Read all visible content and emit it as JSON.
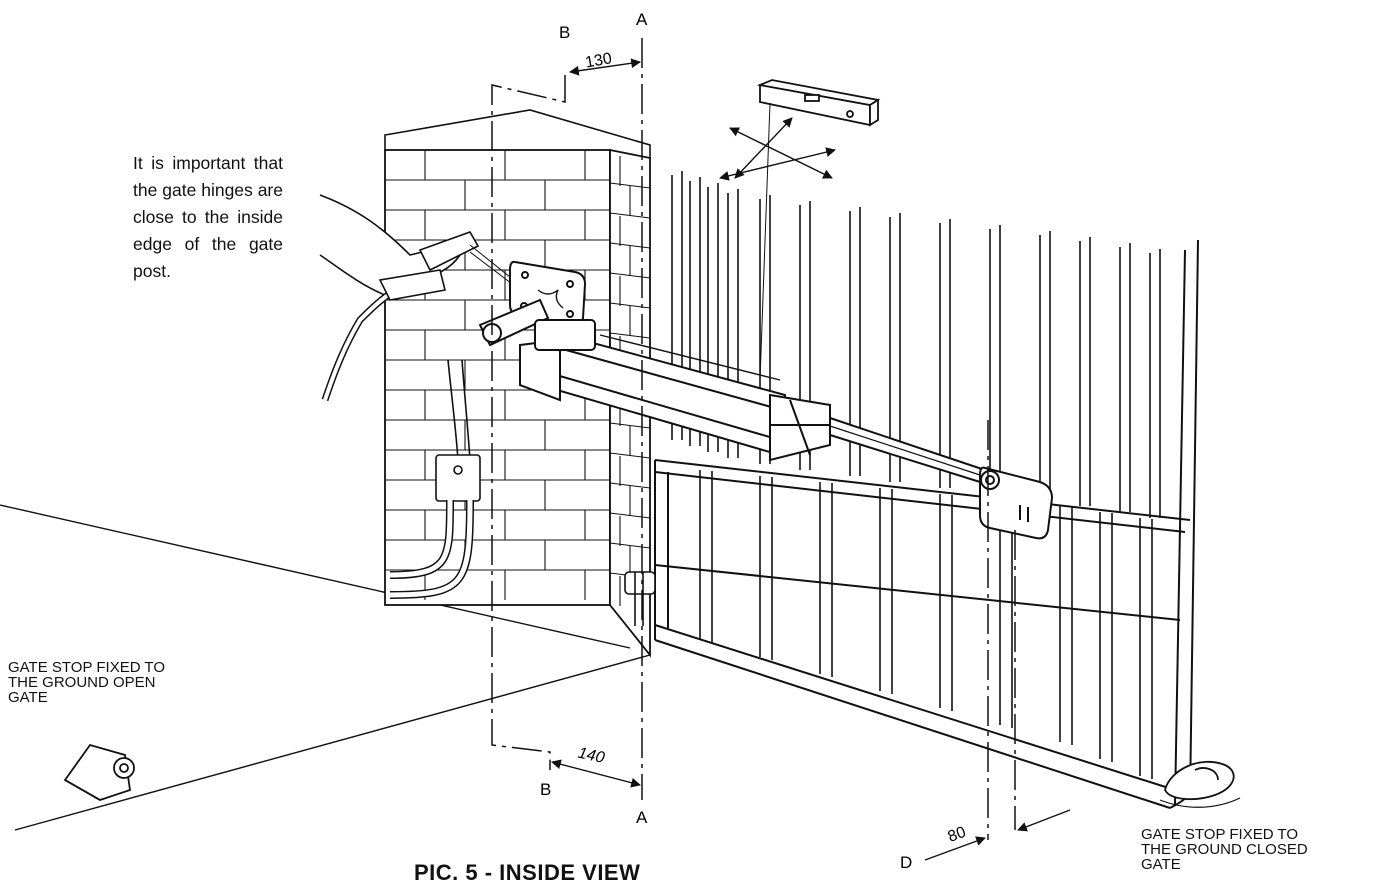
{
  "note": "It is important that the gate hinges are close to the inside edge of the gate post.",
  "labels": {
    "stop_open": "GATE STOP FIXED TO\nTHE GROUND OPEN\nGATE",
    "stop_closed": "GATE STOP FIXED TO\nTHE GROUND CLOSED\nGATE",
    "caption": "PIC. 5 - INSIDE VIEW"
  },
  "axes": {
    "a_top": "A",
    "a_bottom": "A",
    "b_top": "B",
    "b_bottom": "B",
    "d": "D"
  },
  "dimensions": {
    "top": "130",
    "bottom": "140",
    "gate": "80"
  }
}
